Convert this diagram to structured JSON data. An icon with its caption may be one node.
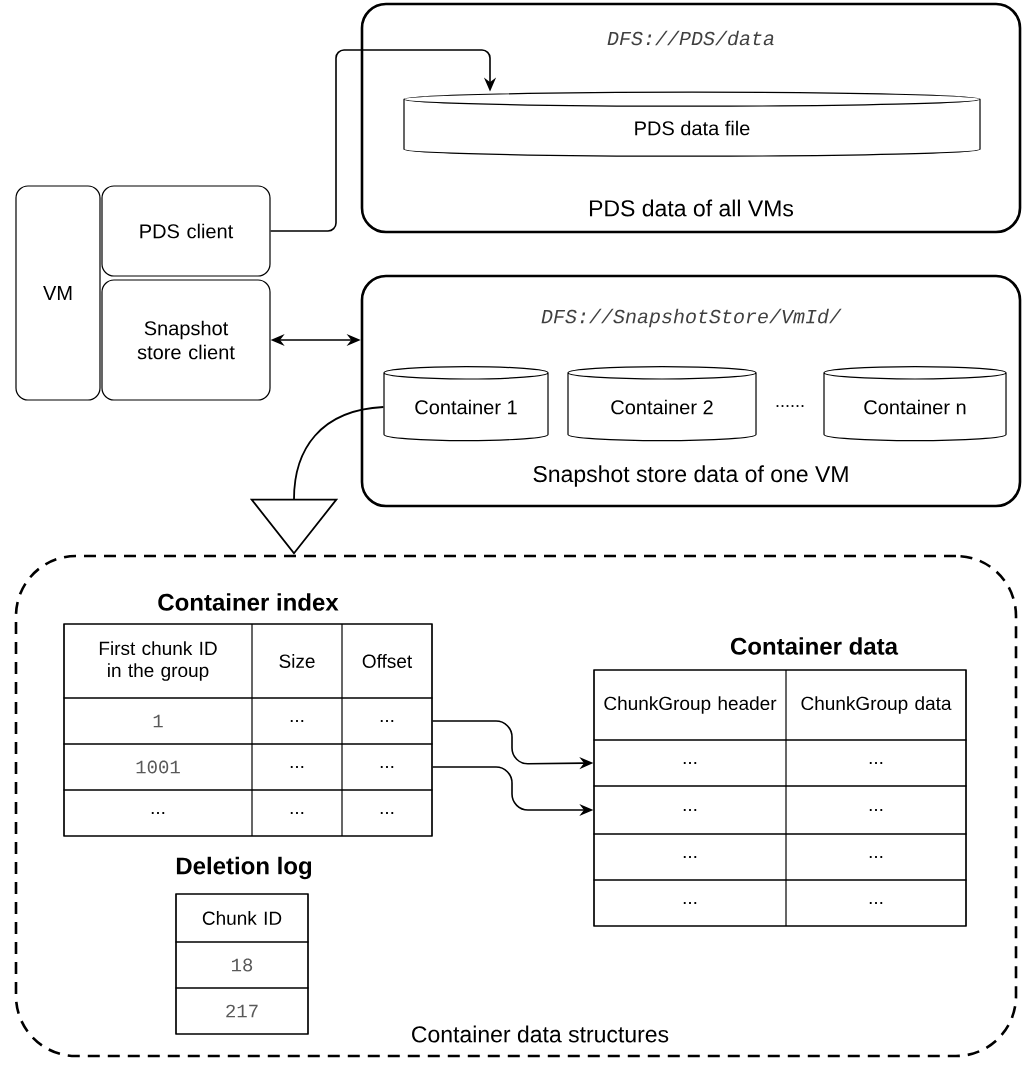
{
  "diagram": {
    "nodes": [
      {
        "text": [
          "VM"
        ]
      },
      {
        "text": [
          "PDS client"
        ]
      },
      {
        "text": [
          "Snapshot store client"
        ]
      },
      {
        "text": [
          "DFS://PDS/data",
          "PDS data of all VMs"
        ]
      },
      {
        "text": [
          "PDS data file"
        ],
        "in": 3
      },
      {
        "text": [
          "DFS://SnapshotStore/VmId/",
          "Snapshot store data of one VM"
        ]
      },
      {
        "text": [
          "Container 1"
        ],
        "in": 5
      },
      {
        "text": [
          "Container 2"
        ],
        "in": 5
      },
      {
        "text": [
          "Container n"
        ],
        "in": 5
      },
      {
        "text": [
          "Container data structures"
        ]
      },
      {
        "text": [
          "Container index"
        ],
        "in": 9
      },
      {
        "text": [
          "First chunk ID in the group",
          "Size",
          "Offset"
        ],
        "in": 10
      },
      {
        "text": [
          "1",
          "...",
          "..."
        ],
        "in": 10
      },
      {
        "text": [
          "1001",
          "...",
          "..."
        ],
        "in": 10
      },
      {
        "text": [
          "...",
          "...",
          "..."
        ],
        "in": 10
      },
      {
        "text": [
          "Deletion log"
        ],
        "in": 9
      },
      {
        "text": [
          "Chunk ID"
        ],
        "in": 15
      },
      {
        "text": [
          "18"
        ],
        "in": 15
      },
      {
        "text": [
          "217"
        ],
        "in": 15
      },
      {
        "text": [
          "Container data"
        ],
        "in": 9
      },
      {
        "text": [
          "ChunkGroup header",
          "ChunkGroup data"
        ],
        "in": 19
      },
      {
        "text": [
          "...",
          "..."
        ],
        "in": 19
      },
      {
        "text": [
          "...",
          "..."
        ],
        "in": 19
      },
      {
        "text": [
          "...",
          "..."
        ],
        "in": 19
      },
      {
        "text": [
          "...",
          "..."
        ],
        "in": 19
      }
    ],
    "edges": [
      {
        "from": 1,
        "to": 4,
        "arrow": "to"
      },
      {
        "from": 2,
        "to": 5,
        "arrow": "both"
      },
      {
        "from": 6,
        "to": 9,
        "arrow": "to"
      },
      {
        "from": 12,
        "to": 21,
        "arrow": "to"
      },
      {
        "from": 13,
        "to": 22,
        "arrow": "to"
      }
    ],
    "labels": [
      "......"
    ]
  }
}
